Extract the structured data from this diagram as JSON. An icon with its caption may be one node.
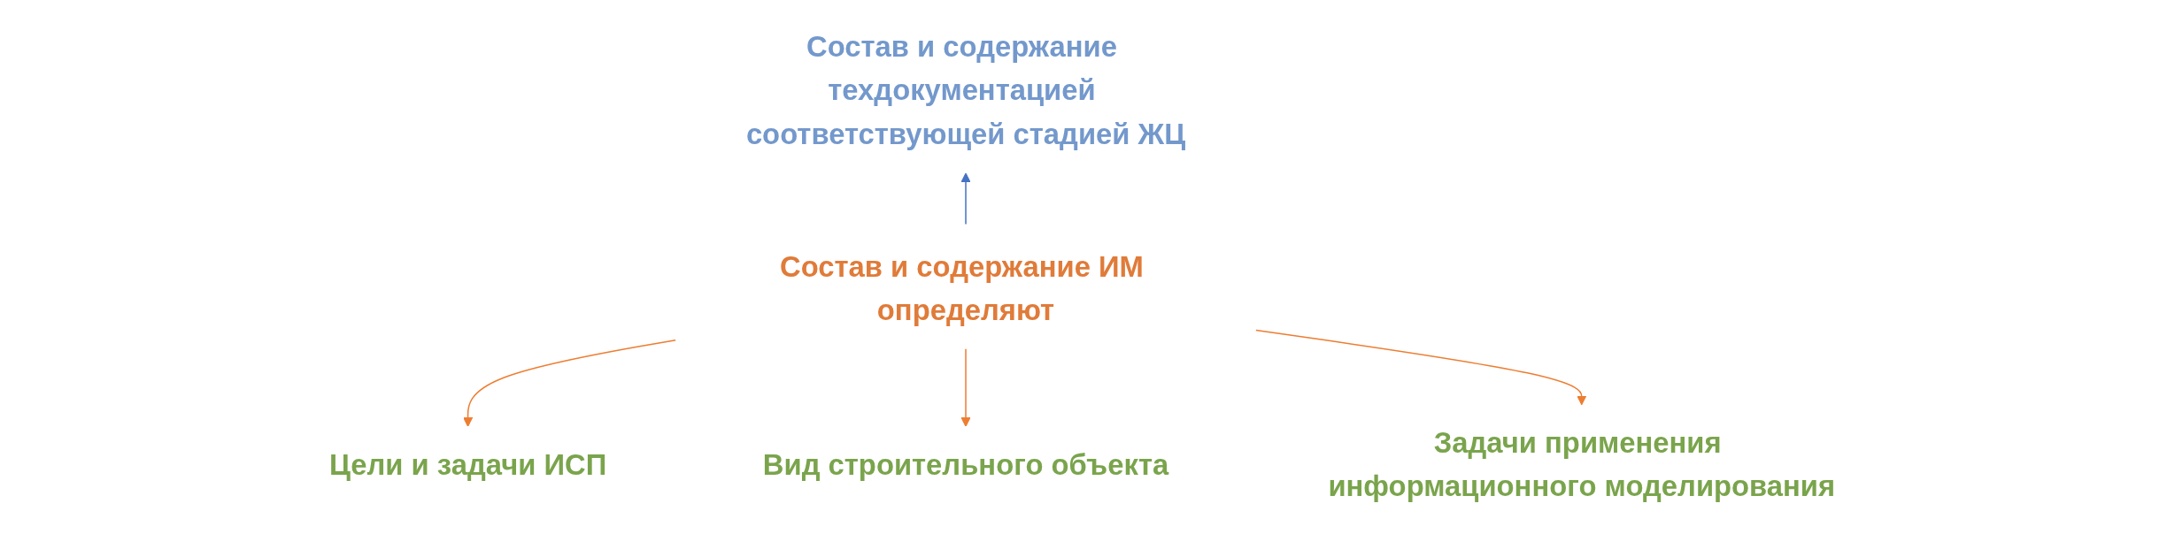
{
  "diagram": {
    "nodes": [
      {
        "text": [
          "Состав и содержание техдокументацией соответствующей стадией ЖЦ"
        ]
      },
      {
        "text": [
          "Состав и содержание ИМ определяют"
        ]
      },
      {
        "text": [
          "Цели и задачи ИСП"
        ]
      },
      {
        "text": [
          "Вид строительного объекта"
        ]
      },
      {
        "text": [
          "Задачи применения информационного моделирования"
        ]
      }
    ],
    "edges": [
      {
        "from": 1,
        "to": 0,
        "arrow": "to",
        "color": "#4472c4"
      },
      {
        "from": 1,
        "to": 2,
        "arrow": "to"
      },
      {
        "from": 1,
        "to": 3,
        "arrow": "to"
      },
      {
        "from": 1,
        "to": 4,
        "arrow": "to"
      }
    ]
  }
}
